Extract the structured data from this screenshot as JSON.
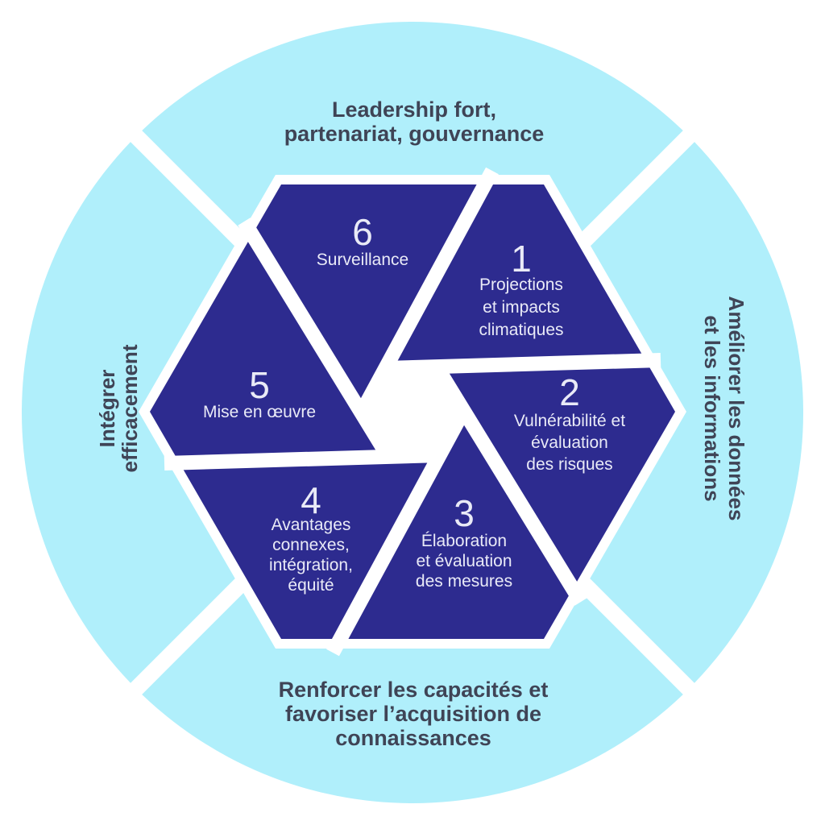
{
  "colors": {
    "background": "#FFFFFF",
    "ring": "#B0EFFB",
    "hexagon": "#2D2B8F",
    "ring_text": "#3F4456",
    "segment_text": "#E9EAF7",
    "divider": "#FFFFFF"
  },
  "ring_labels": {
    "top": {
      "lines": [
        "Leadership fort,",
        "partenariat, gouvernance"
      ]
    },
    "right": {
      "lines": [
        "Améliorer les données",
        "et les informations"
      ]
    },
    "bottom": {
      "lines": [
        "Renforcer les capacités et",
        "favoriser l’acquisition de",
        "connaissances"
      ]
    },
    "left": {
      "lines": [
        "Intégrer",
        "efficacement"
      ]
    }
  },
  "segments": [
    {
      "number": "1",
      "lines": [
        "Projections",
        "et impacts",
        "climatiques"
      ]
    },
    {
      "number": "2",
      "lines": [
        "Vulnérabilité et",
        "évaluation",
        "des risques"
      ]
    },
    {
      "number": "3",
      "lines": [
        "Élaboration",
        "et évaluation",
        "des mesures"
      ]
    },
    {
      "number": "4",
      "lines": [
        "Avantages",
        "connexes,",
        "intégration,",
        "équité"
      ]
    },
    {
      "number": "5",
      "lines": [
        "Mise en œuvre"
      ]
    },
    {
      "number": "6",
      "lines": [
        "Surveillance"
      ]
    }
  ]
}
